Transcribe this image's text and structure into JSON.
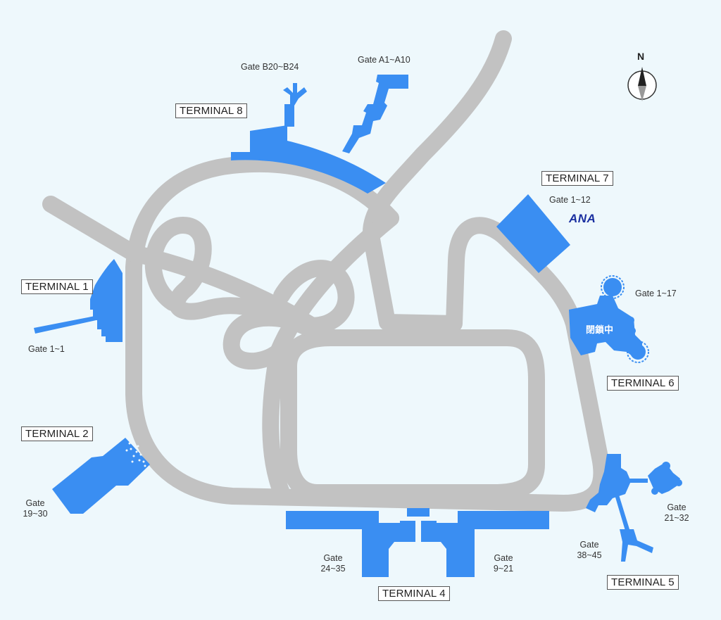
{
  "colors": {
    "background": "#eef8fc",
    "terminal": "#3a8ef2",
    "road": "#c2c2c2",
    "ana": "#1a2fa0"
  },
  "compass": {
    "north_label": "N",
    "icon": "compass-icon"
  },
  "terminals": {
    "t1": {
      "label": "TERMINAL 1",
      "gates": "Gate 1~1"
    },
    "t2": {
      "label": "TERMINAL 2",
      "gates_line1": "Gate",
      "gates_line2": "19~30"
    },
    "t4": {
      "label": "TERMINAL 4",
      "gates_west_line1": "Gate",
      "gates_west_line2": "24~35",
      "gates_east_line1": "Gate",
      "gates_east_line2": "9~21"
    },
    "t5": {
      "label": "TERMINAL 5",
      "gates_a_line1": "Gate",
      "gates_a_line2": "21~32",
      "gates_b_line1": "Gate",
      "gates_b_line2": "38~45"
    },
    "t6": {
      "label": "TERMINAL 6",
      "gates": "Gate 1~17",
      "status": "閉鎖中"
    },
    "t7": {
      "label": "TERMINAL 7",
      "gates": "Gate 1~12",
      "airline": "ANA"
    },
    "t8": {
      "label": "TERMINAL 8",
      "gates_b": "Gate B20~B24",
      "gates_a": "Gate A1~A10"
    }
  }
}
